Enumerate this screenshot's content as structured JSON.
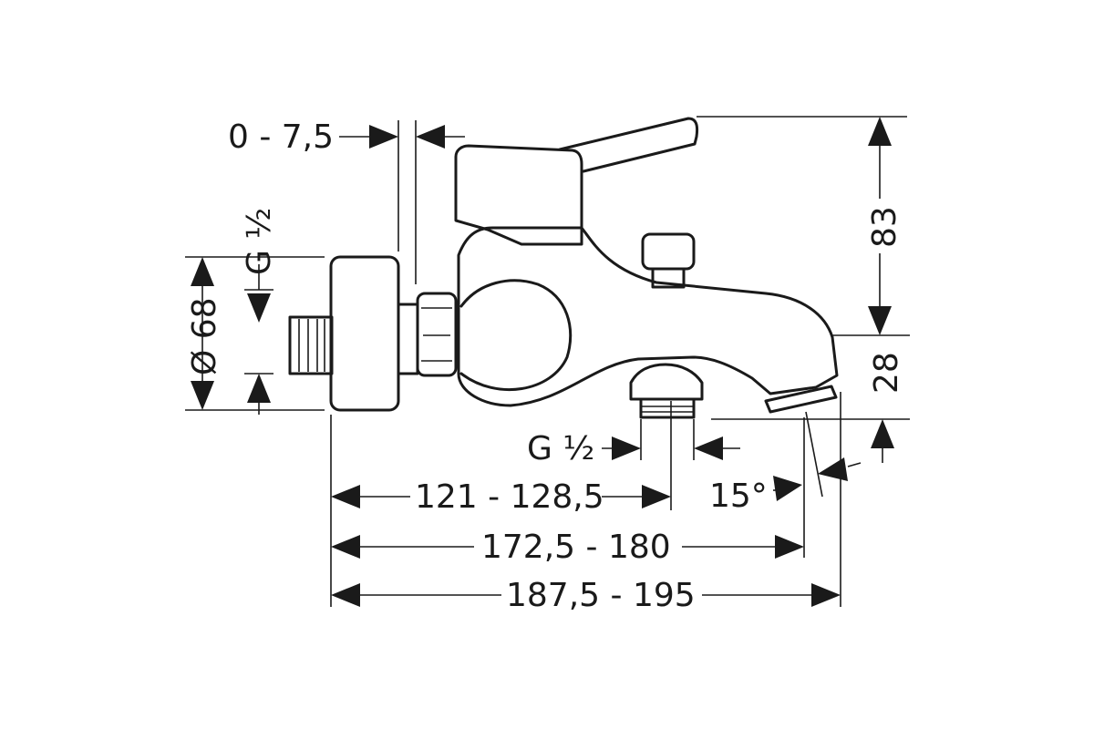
{
  "diagram": {
    "subject": "bath mixer technical drawing",
    "dimensions": {
      "offset": "0 - 7,5",
      "thread_inlet": "G ½",
      "diameter": "Ø 68",
      "height_total": "83",
      "height_spout": "28",
      "thread_outlet": "G ½",
      "angle": "15°",
      "length_outlet": "121 - 128,5",
      "length_spout": "172,5 - 180",
      "length_total": "187,5 - 195"
    }
  }
}
